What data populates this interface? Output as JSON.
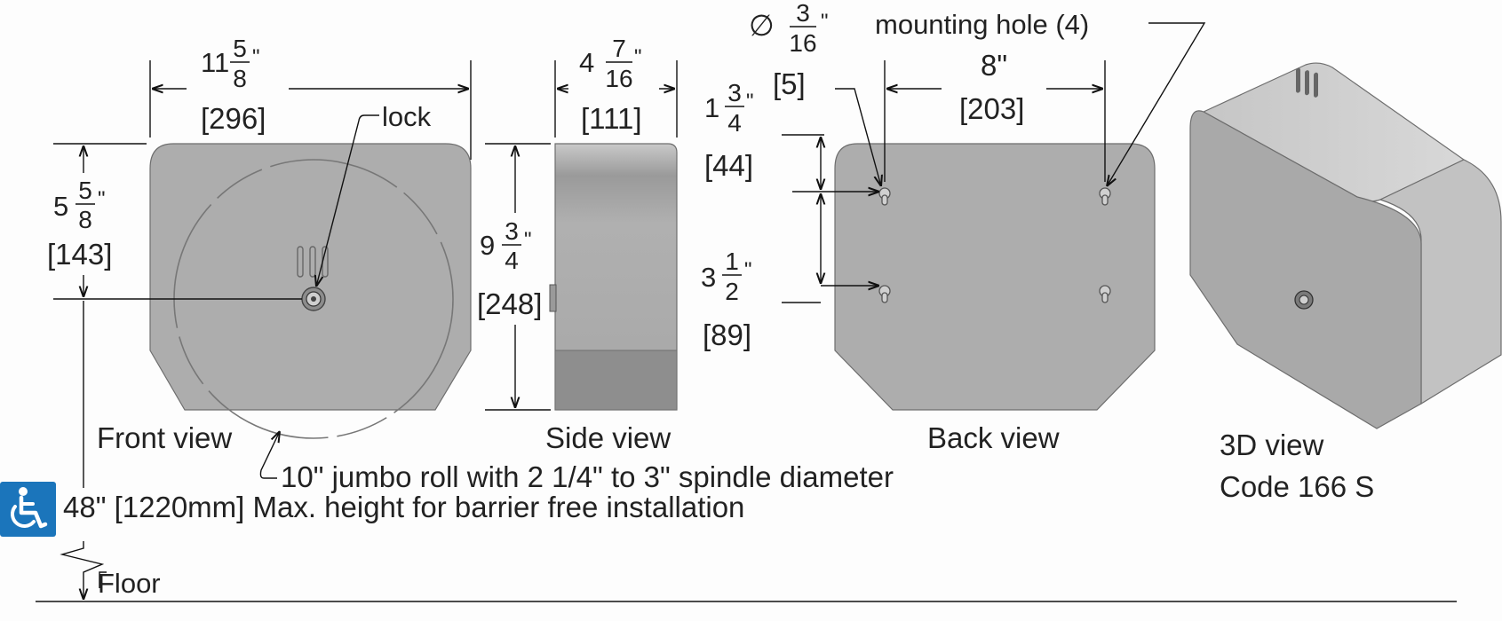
{
  "views": {
    "front": "Front view",
    "side": "Side view",
    "back": "Back view",
    "three_d": "3D view",
    "code": "Code 166 S"
  },
  "labels": {
    "lock": "lock",
    "mounting_hole": "mounting hole (4)",
    "hole_symbol": "∅",
    "roll": "10\" jumbo roll with 2 1/4\" to 3\" spindle diameter",
    "max_height": "48\" [1220mm] Max. height for barrier free installation",
    "floor": "Floor"
  },
  "dims": {
    "width": {
      "whole": "11",
      "num": "5",
      "den": "8",
      "mark": "\"",
      "mm": "[296]"
    },
    "depth": {
      "whole": "4",
      "num": "7",
      "den": "16",
      "mark": "\"",
      "mm": "[111]"
    },
    "height": {
      "whole": "9",
      "num": "3",
      "den": "4",
      "mark": "\"",
      "mm": "[248]"
    },
    "lock_height": {
      "whole": "5",
      "num": "5",
      "den": "8",
      "mark": "\"",
      "mm": "[143]"
    },
    "hole_dia": {
      "num": "3",
      "den": "16",
      "mark": "\"",
      "mm": "[5]"
    },
    "hole_spacing": {
      "value": "8\"",
      "mm": "[203]"
    },
    "top_offset": {
      "whole": "1",
      "num": "3",
      "den": "4",
      "mark": "\"",
      "mm": "[44]"
    },
    "hole_vertical": {
      "whole": "3",
      "num": "1",
      "den": "2",
      "mark": "\"",
      "mm": "[89]"
    }
  },
  "icons": {
    "accessibility": "wheelchair-icon"
  },
  "colors": {
    "accessibility_bg": "#1b75bb",
    "body_fill": "#adadad"
  }
}
